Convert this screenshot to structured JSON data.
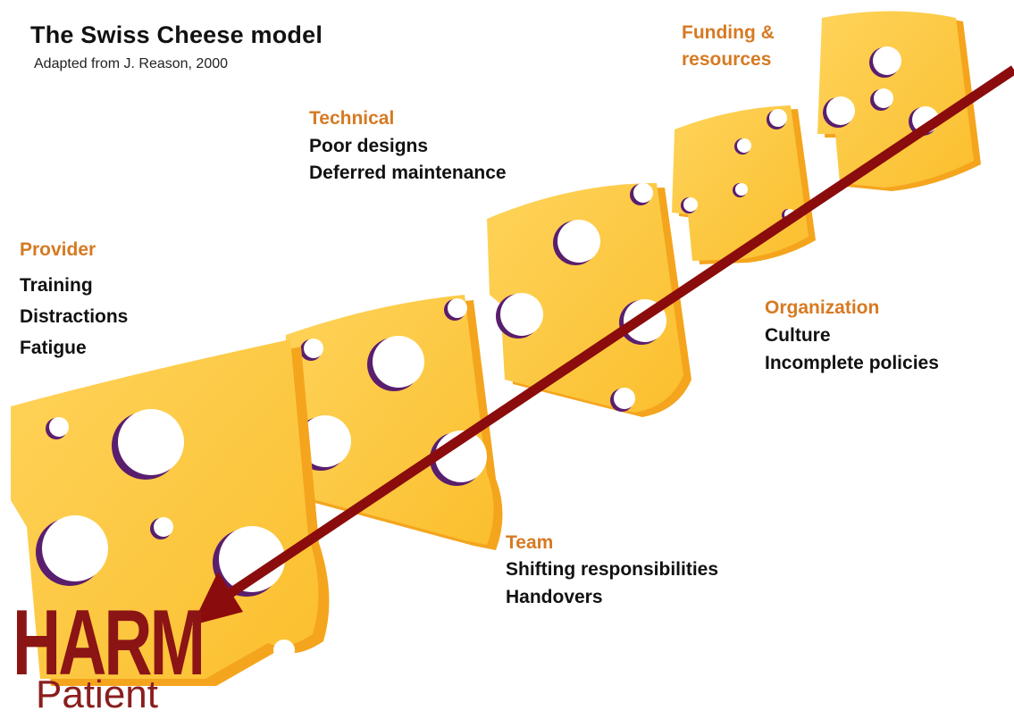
{
  "title": "The Swiss Cheese model",
  "subtitle": "Adapted from J. Reason, 2000",
  "colors": {
    "cheese": "#fdc93e",
    "cheese_edge": "#f4a51d",
    "hole_shadow": "#5a1e6e",
    "arrow": "#8b0c0c",
    "heading": "#d67a22",
    "harm": "#8b1414",
    "patient": "#8b1e1e"
  },
  "labels": {
    "provider": {
      "heading": "Provider",
      "items": [
        "Training",
        "Distractions",
        "Fatigue"
      ]
    },
    "technical": {
      "heading": "Technical",
      "items": [
        "Poor designs",
        "Deferred maintenance"
      ]
    },
    "funding": {
      "heading_line1": "Funding &",
      "heading_line2": "resources"
    },
    "organization": {
      "heading": "Organization",
      "items": [
        "Culture",
        "Incomplete policies"
      ]
    },
    "team": {
      "heading": "Team",
      "items": [
        "Shifting responsibilities",
        "Handovers"
      ]
    }
  },
  "outcome": {
    "harm": "HARM",
    "patient": "Patient"
  }
}
